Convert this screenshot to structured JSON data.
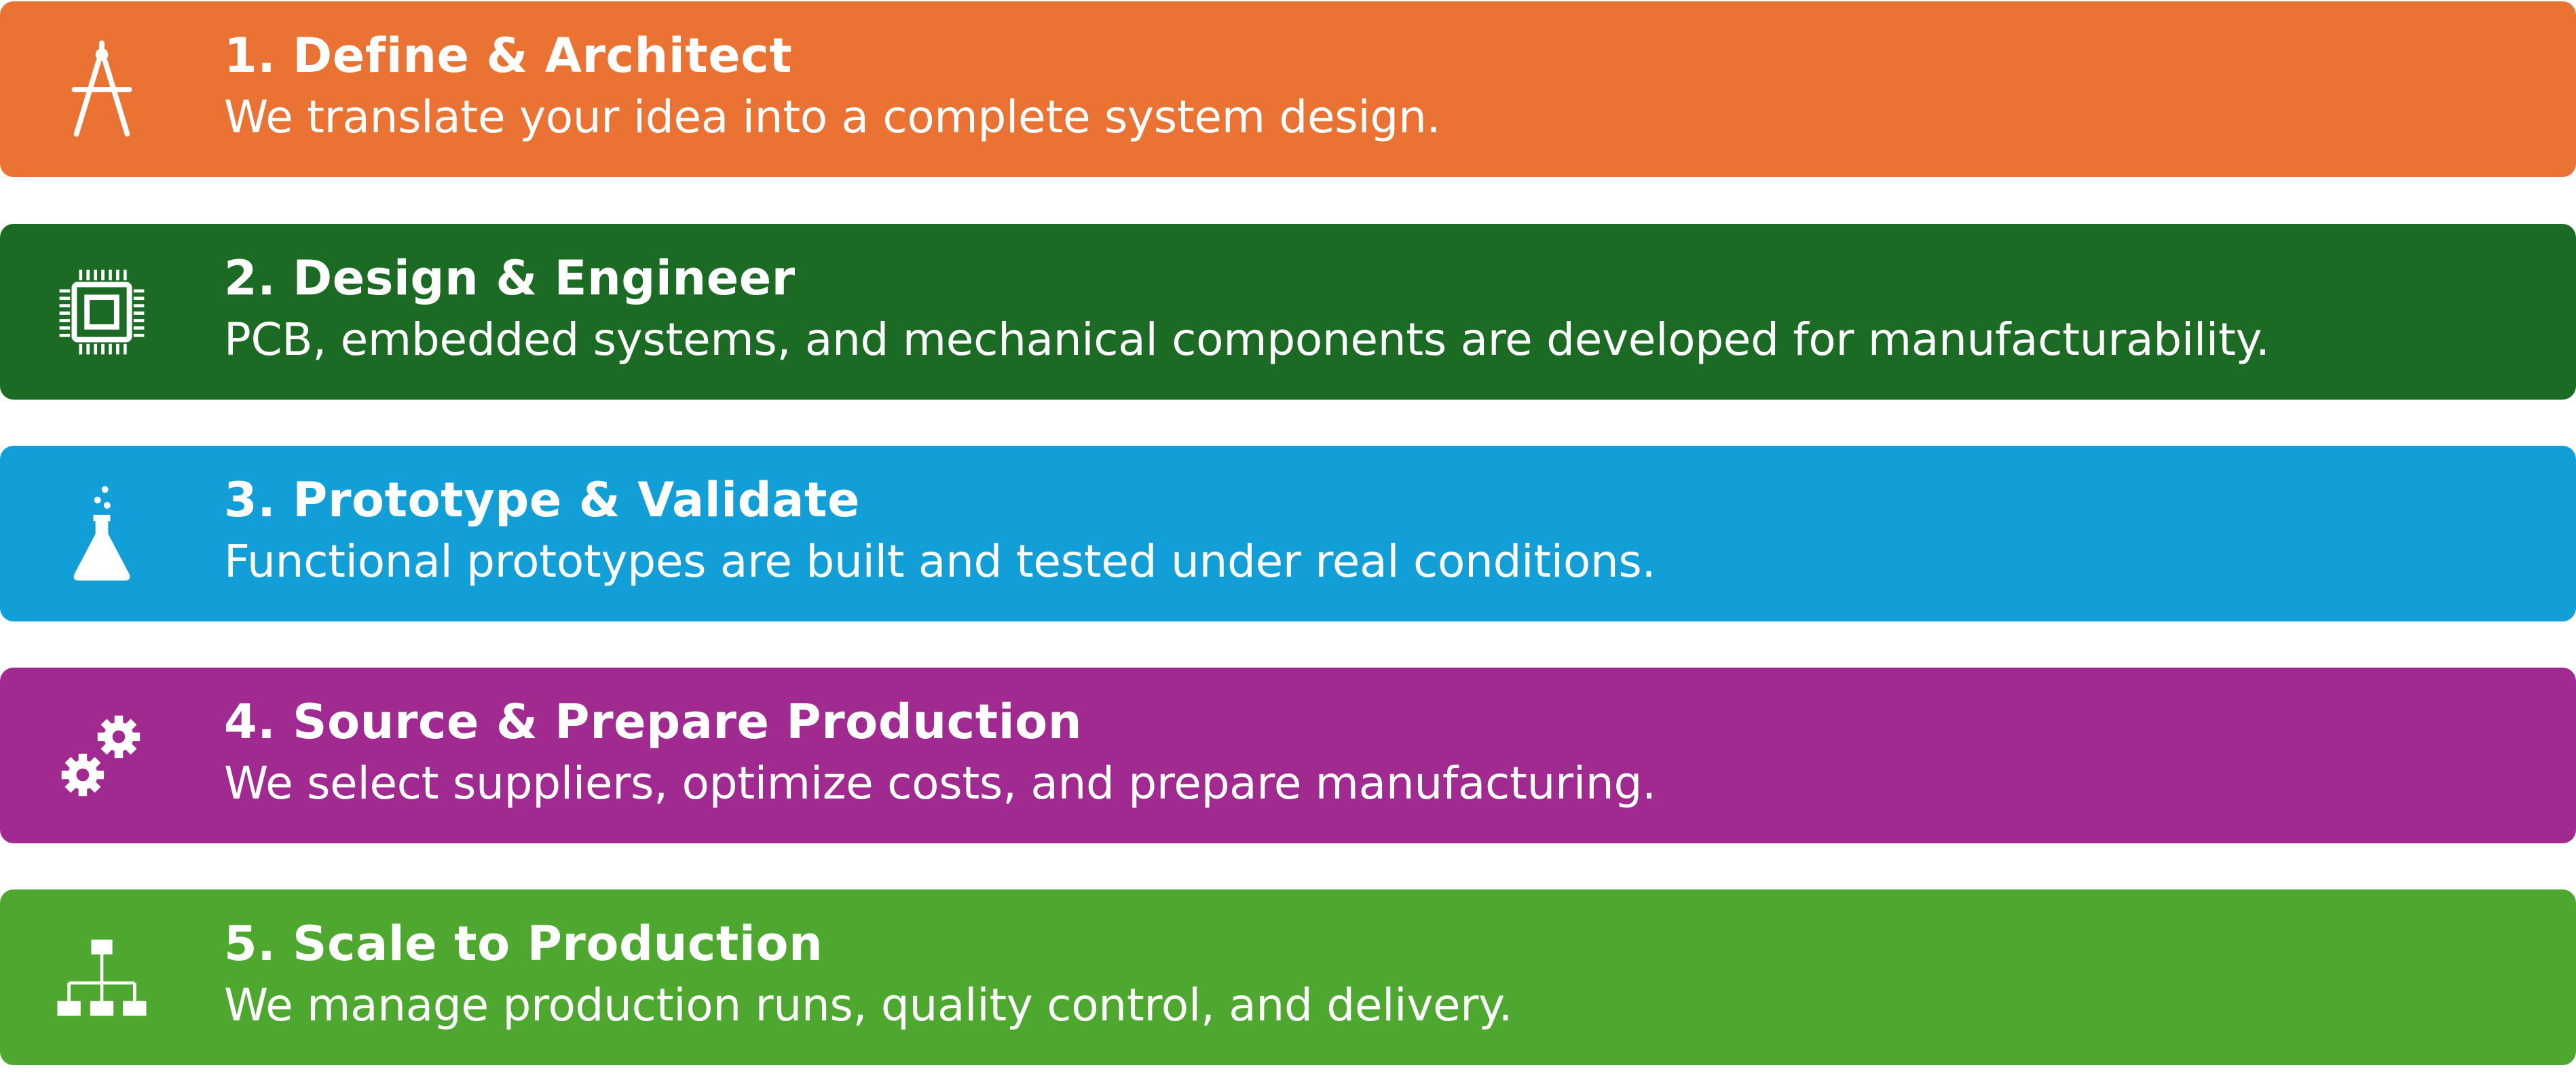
{
  "steps": [
    {
      "title": "1. Define & Architect",
      "description": "We translate your idea into a complete system design.",
      "icon": "drafting-compass-icon",
      "color": "#EA7334"
    },
    {
      "title": "2. Design & Engineer",
      "description": "PCB, embedded systems, and mechanical components are developed for manufacturability.",
      "icon": "microchip-icon",
      "color": "#1C6B25"
    },
    {
      "title": "3. Prototype & Validate",
      "description": "Functional prototypes are built and tested under real conditions.",
      "icon": "flask-icon",
      "color": "#129ED6"
    },
    {
      "title": "4. Source & Prepare Production",
      "description": "We select suppliers, optimize costs, and prepare manufacturing.",
      "icon": "gears-icon",
      "color": "#A02A90"
    },
    {
      "title": "5. Scale to Production",
      "description": "We manage production runs, quality control, and delivery.",
      "icon": "org-chart-icon",
      "color": "#4EA72E"
    }
  ]
}
